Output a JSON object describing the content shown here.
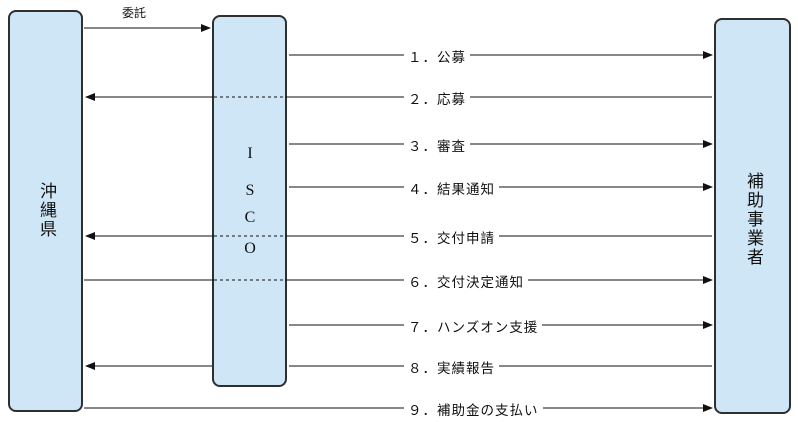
{
  "entities": {
    "left": "沖縄県",
    "middle_letters": [
      "I",
      "S",
      "C",
      "O"
    ],
    "right": "補助事業者"
  },
  "delegation_label": "委託",
  "steps": [
    {
      "label": "１．公募",
      "direction": "to-right",
      "dashed": false
    },
    {
      "label": "２．応募",
      "direction": "to-left",
      "dashed": true
    },
    {
      "label": "３．審査",
      "direction": "to-right",
      "dashed": false
    },
    {
      "label": "４．結果通知",
      "direction": "to-right",
      "dashed": false
    },
    {
      "label": "５．交付申請",
      "direction": "to-left",
      "dashed": true
    },
    {
      "label": "６．交付決定通知",
      "direction": "to-right",
      "dashed": true
    },
    {
      "label": "７．ハンズオン支援",
      "direction": "to-right",
      "dashed": false
    },
    {
      "label": "８．実績報告",
      "direction": "to-left",
      "dashed": false
    },
    {
      "label": "９．補助金の支払い",
      "direction": "to-right",
      "dashed": false
    }
  ]
}
